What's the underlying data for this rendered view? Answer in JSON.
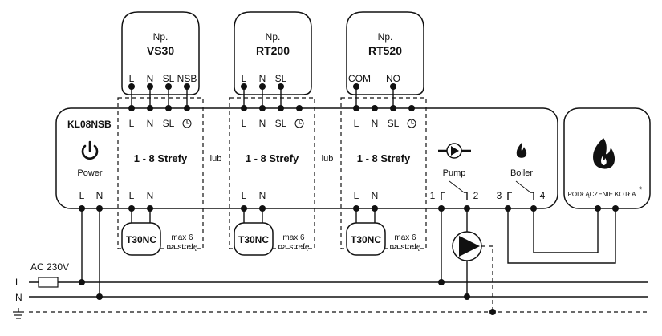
{
  "diagram": {
    "controller": {
      "title": "KL08NSB",
      "power_label": "Power",
      "power_terminals": [
        "L",
        "N"
      ],
      "zone_label": "1 - 8 Strefy",
      "zone_top_terminals": [
        "L",
        "N",
        "SL",
        "clock-icon"
      ],
      "zone_bottom_terminals": [
        "L",
        "N"
      ],
      "separator_label": "lub",
      "pump_label": "Pump",
      "boiler_label": "Boiler",
      "relay_terminals": [
        "1",
        "2",
        "3",
        "4"
      ]
    },
    "thermostats": [
      {
        "prefix": "Np.",
        "model": "VS30",
        "terminals": [
          "L",
          "N",
          "SL",
          "NSB"
        ]
      },
      {
        "prefix": "Np.",
        "model": "RT200",
        "terminals": [
          "L",
          "N",
          "SL"
        ]
      },
      {
        "prefix": "Np.",
        "model": "RT520",
        "terminals": [
          "COM",
          "NO"
        ]
      }
    ],
    "actuators": [
      {
        "model": "T30NC",
        "note_line1": "max 6",
        "note_line2": "na strefę"
      },
      {
        "model": "T30NC",
        "note_line1": "max 6",
        "note_line2": "na strefę"
      },
      {
        "model": "T30NC",
        "note_line1": "max 6",
        "note_line2": "na strefę"
      }
    ],
    "boiler_box": {
      "label": "PODŁĄCZENIE KOTŁA",
      "asterisk": "*"
    },
    "supply": {
      "voltage_label": "AC 230V",
      "line_labels": [
        "L",
        "N"
      ],
      "ground_symbol": "ground-icon"
    }
  }
}
